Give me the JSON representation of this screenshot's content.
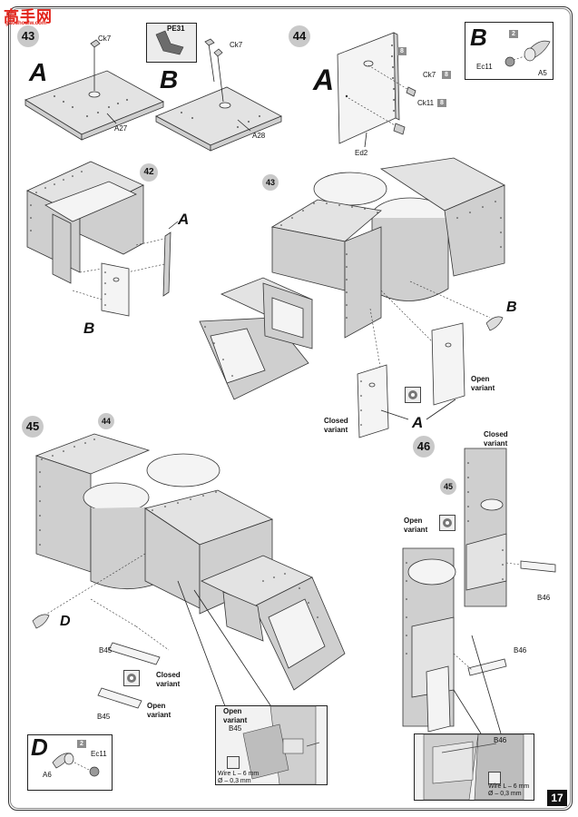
{
  "logo": {
    "main": "高手网",
    "sub": "gaoshoulw.com"
  },
  "page_number": "17",
  "steps": {
    "s43": "43",
    "s44": "44",
    "s45": "45",
    "s46": "46",
    "ref42": "42",
    "ref43": "43",
    "ref44": "44",
    "ref45": "45"
  },
  "sub_labels": {
    "A": "A",
    "B": "B",
    "D": "D"
  },
  "parts": {
    "ck7": "Ck7",
    "ck11": "Ck11",
    "pe31": "PE31",
    "a27": "A27",
    "a28": "A28",
    "ed2": "Ed2",
    "ec11": "Ec11",
    "a5": "A5",
    "a6": "A6",
    "b45": "B45",
    "b46": "B46"
  },
  "color_refs": {
    "c8": "8",
    "c2": "2"
  },
  "variants": {
    "closed": "Closed\nvariant",
    "open": "Open\nvariant"
  },
  "wire": {
    "length": "Wire L – 6 mm",
    "diameter": "Ø – 0,3 mm"
  }
}
